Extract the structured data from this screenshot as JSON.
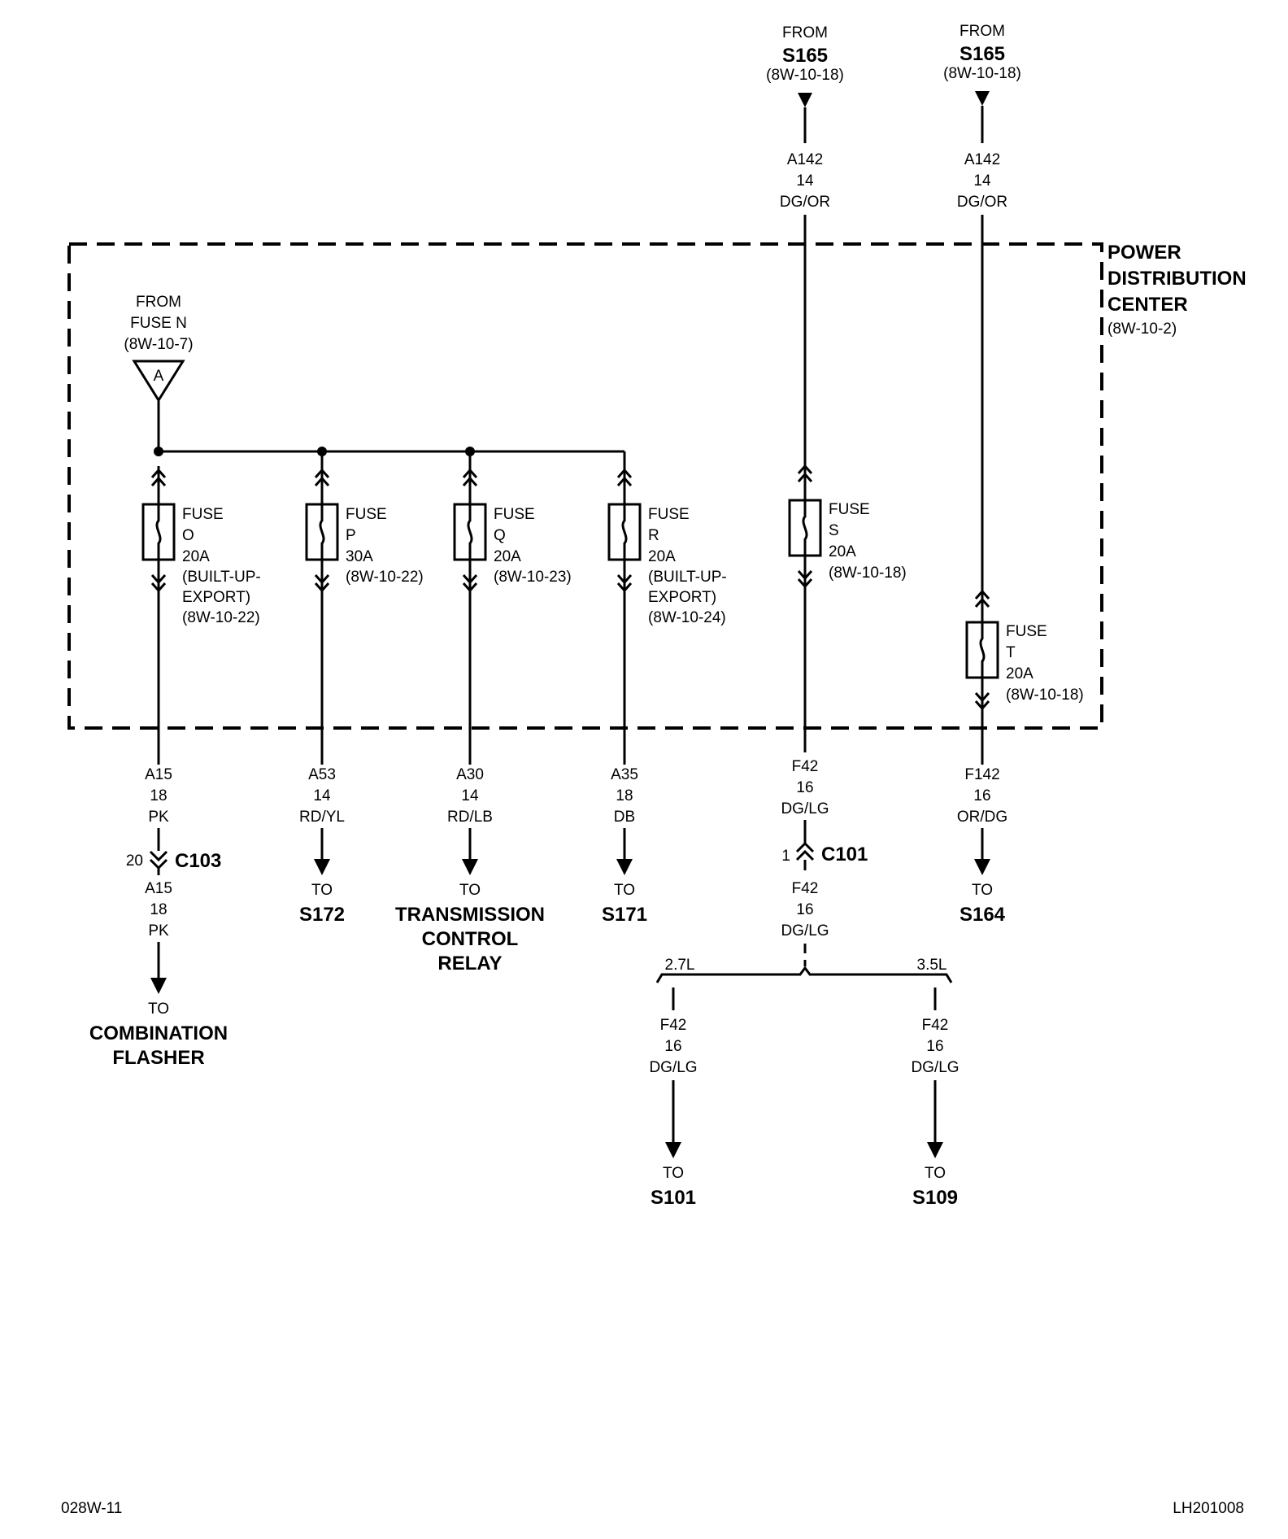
{
  "pdc": {
    "title_lines": [
      "POWER",
      "DISTRIBUTION",
      "CENTER"
    ],
    "ref": "(8W-10-2)"
  },
  "feeds": {
    "fuse_n": {
      "lines": [
        "FROM",
        "FUSE N",
        "(8W-10-7)"
      ],
      "connector": "A"
    },
    "s165_left": {
      "from": "FROM",
      "id": "S165",
      "ref": "(8W-10-18)",
      "wire": [
        "A142",
        "14",
        "DG/OR"
      ]
    },
    "s165_right": {
      "from": "FROM",
      "id": "S165",
      "ref": "(8W-10-18)",
      "wire": [
        "A142",
        "14",
        "DG/OR"
      ]
    }
  },
  "fuses": [
    {
      "lines": [
        "FUSE",
        "O",
        "20A",
        "(BUILT-UP-",
        "EXPORT)",
        "(8W-10-22)"
      ]
    },
    {
      "lines": [
        "FUSE",
        "P",
        "30A",
        "(8W-10-22)"
      ]
    },
    {
      "lines": [
        "FUSE",
        "Q",
        "20A",
        "(8W-10-23)"
      ]
    },
    {
      "lines": [
        "FUSE",
        "R",
        "20A",
        "(BUILT-UP-",
        "EXPORT)",
        "(8W-10-24)"
      ]
    },
    {
      "lines": [
        "FUSE",
        "S",
        "20A",
        "(8W-10-18)"
      ]
    },
    {
      "lines": [
        "FUSE",
        "T",
        "20A",
        "(8W-10-18)"
      ]
    }
  ],
  "circuits": {
    "a15": {
      "wire": [
        "A15",
        "18",
        "PK"
      ],
      "connector": {
        "pin": "20",
        "id": "C103"
      },
      "wire2": [
        "A15",
        "18",
        "PK"
      ],
      "to": "TO",
      "dest_lines": [
        "COMBINATION",
        "FLASHER"
      ]
    },
    "a53": {
      "wire": [
        "A53",
        "14",
        "RD/YL"
      ],
      "to": "TO",
      "dest_lines": [
        "S172"
      ]
    },
    "a30": {
      "wire": [
        "A30",
        "14",
        "RD/LB"
      ],
      "to": "TO",
      "dest_lines": [
        "TRANSMISSION",
        "CONTROL",
        "RELAY"
      ]
    },
    "a35": {
      "wire": [
        "A35",
        "18",
        "DB"
      ],
      "to": "TO",
      "dest_lines": [
        "S171"
      ]
    },
    "f42": {
      "wire": [
        "F42",
        "16",
        "DG/LG"
      ],
      "connector": {
        "pin": "1",
        "id": "C101"
      },
      "wire2": [
        "F42",
        "16",
        "DG/LG"
      ],
      "split": {
        "left": {
          "option": "2.7L",
          "wire": [
            "F42",
            "16",
            "DG/LG"
          ],
          "to": "TO",
          "dest": "S101"
        },
        "right": {
          "option": "3.5L",
          "wire": [
            "F42",
            "16",
            "DG/LG"
          ],
          "to": "TO",
          "dest": "S109"
        }
      }
    },
    "f142": {
      "wire": [
        "F142",
        "16",
        "OR/DG"
      ],
      "to": "TO",
      "dest_lines": [
        "S164"
      ]
    }
  },
  "footer": {
    "left": "028W-11",
    "right": "LH201008"
  }
}
